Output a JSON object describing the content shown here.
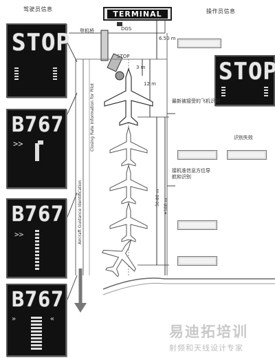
{
  "headers": {
    "pilot_info": "驾驶员信息",
    "operator_info": "操作员信息"
  },
  "terminal": {
    "label": "TERMINAL",
    "dgs": "DGS"
  },
  "labels": {
    "boarding_bridge": "登机桥",
    "stop": "STOP",
    "dist_top": "6.50 m",
    "dist_3m": "3 m",
    "dist_12m": "12 m",
    "dist_range": "50-80 m",
    "dist_long": "+100 m",
    "closing_rate": "Closing Rate Information for Pilot",
    "aircraft_guidance": "Aircraft Guidance Identification"
  },
  "pilot_panels": [
    {
      "text": "STOP"
    },
    {
      "text": "B767"
    },
    {
      "text": "B767"
    },
    {
      "text": "B767"
    }
  ],
  "operator": {
    "panel_text": "STOP",
    "note_recognition": "最新被接受的飞机识别",
    "note_failure": "识别失败",
    "note_guidance": "接机准信息方位导航和识别"
  },
  "watermark": {
    "brand": "易迪拓培训",
    "slogan": "射频和天线设计专家"
  }
}
